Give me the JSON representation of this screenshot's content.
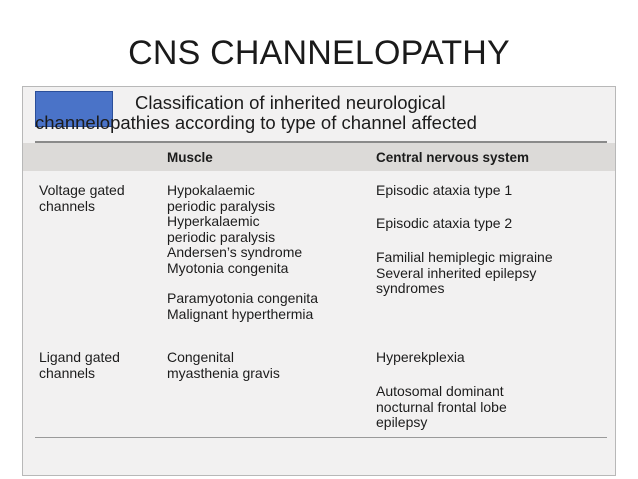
{
  "slide": {
    "title": "CNS CHANNELOPATHY"
  },
  "figure": {
    "caption_line1": "Classification of inherited neurological",
    "caption_line2": "channelopathies according to type of channel affected",
    "columns": {
      "muscle": "Muscle",
      "cns": "Central nervous system"
    },
    "rows": [
      {
        "label": "Voltage gated\nchannels",
        "muscle": [
          "Hypokalaemic",
          "periodic paralysis",
          "Hyperkalaemic",
          "periodic paralysis",
          "Andersen’s syndrome",
          "Myotonia congenita",
          "Paramyotonia congenita",
          "Malignant hyperthermia"
        ],
        "cns": [
          "Episodic ataxia type 1",
          "Episodic ataxia type 2",
          "Familial hemiplegic migraine",
          "Several inherited epilepsy",
          "syndromes"
        ]
      },
      {
        "label": "Ligand gated\nchannels",
        "muscle": [
          "Congenital",
          "myasthenia gravis"
        ],
        "cns": [
          "Hyperekplexia",
          "Autosomal dominant",
          "nocturnal frontal lobe",
          "epilepsy"
        ]
      }
    ]
  }
}
